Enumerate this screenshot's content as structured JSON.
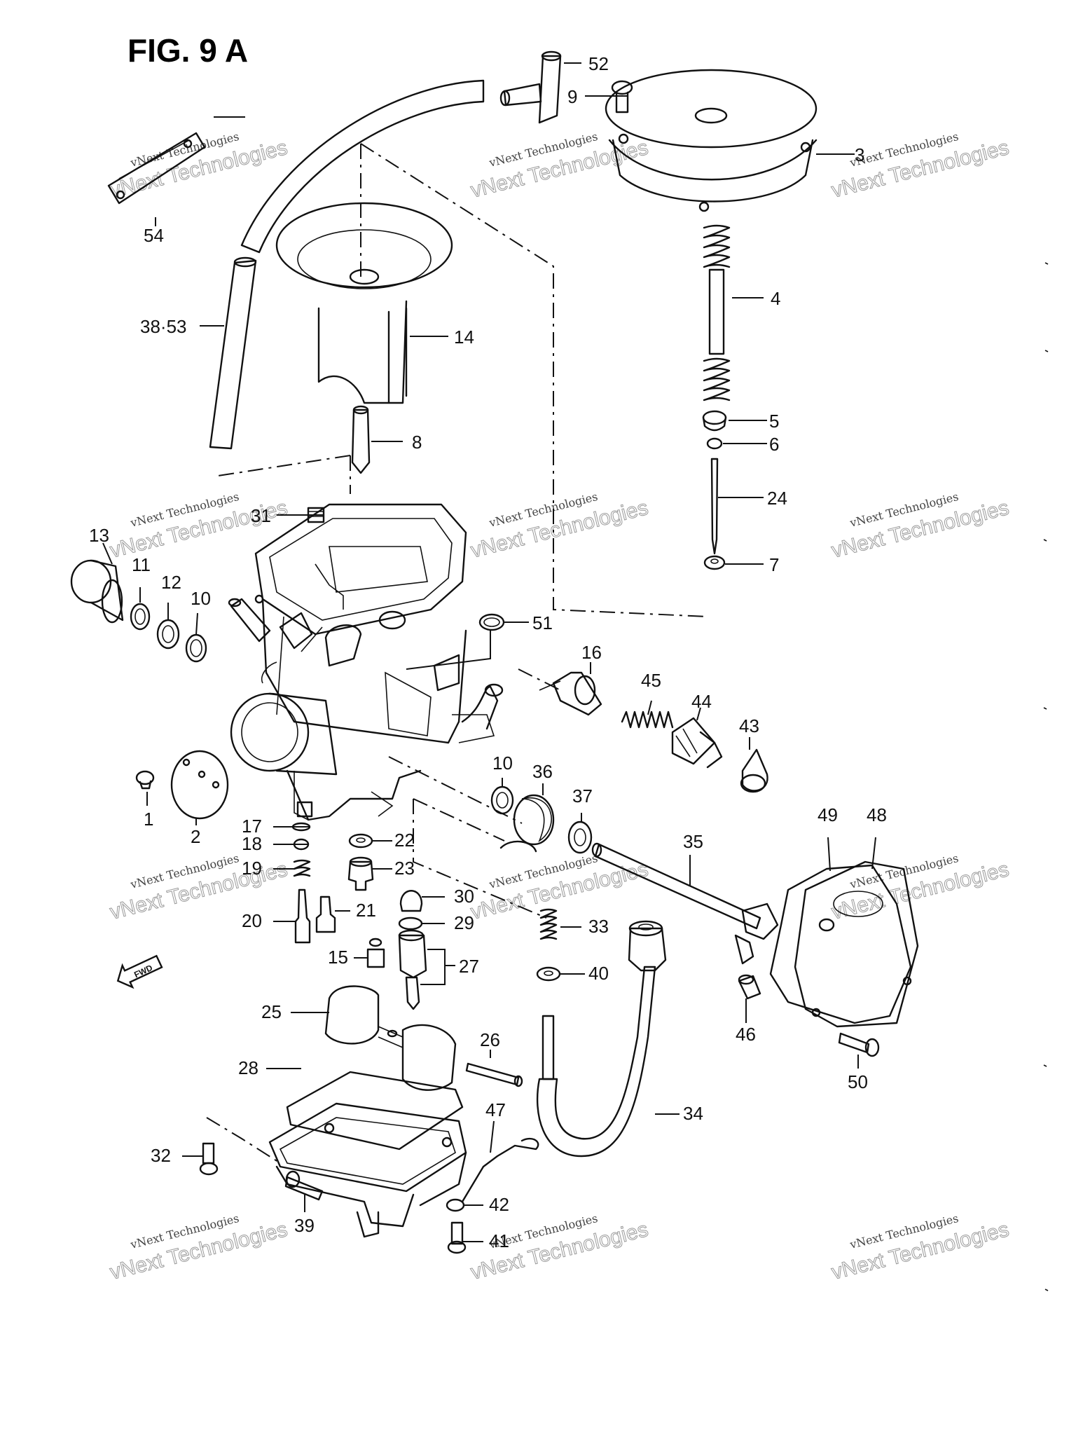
{
  "figure": {
    "title": "FIG. 9 A",
    "fwd_label": "FWD"
  },
  "watermark": {
    "line1": "vNext Technologies",
    "line2": "vNext Technologies"
  },
  "callouts": {
    "c1": "1",
    "c2": "2",
    "c3": "3",
    "c4": "4",
    "c5": "5",
    "c6": "6",
    "c7": "7",
    "c8": "8",
    "c9": "9",
    "c10a": "10",
    "c10b": "10",
    "c11": "11",
    "c12": "12",
    "c13": "13",
    "c14": "14",
    "c15": "15",
    "c16": "16",
    "c17": "17",
    "c18": "18",
    "c19": "19",
    "c20": "20",
    "c21": "21",
    "c22": "22",
    "c23": "23",
    "c24": "24",
    "c25": "25",
    "c26": "26",
    "c27": "27",
    "c28": "28",
    "c29": "29",
    "c30": "30",
    "c31": "31",
    "c32": "32",
    "c33": "33",
    "c34": "34",
    "c35": "35",
    "c36": "36",
    "c37": "37",
    "c38_53": "38·53",
    "c39": "39",
    "c40": "40",
    "c41": "41",
    "c42": "42",
    "c43": "43",
    "c44": "44",
    "c45": "45",
    "c46": "46",
    "c47": "47",
    "c48": "48",
    "c49": "49",
    "c50": "50",
    "c51": "51",
    "c52": "52",
    "c54": "54"
  }
}
